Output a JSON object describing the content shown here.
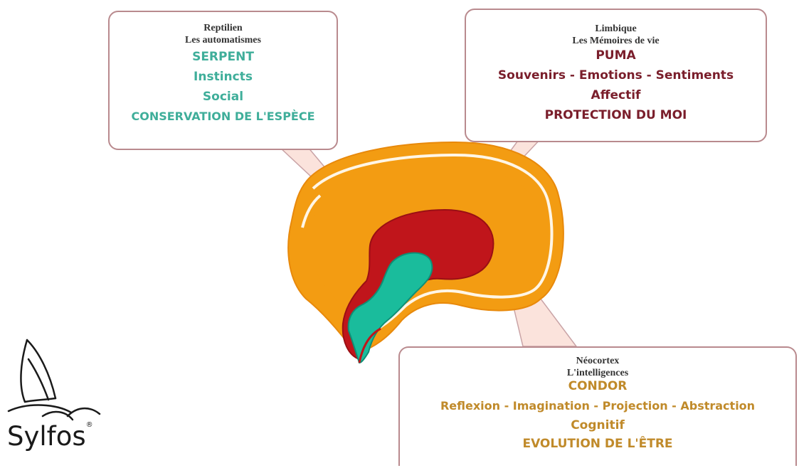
{
  "reptilien": {
    "title": "Reptilien",
    "subtitle": "Les automatismes",
    "animal": "SERPENT",
    "line1": "Instincts",
    "line2": "Social",
    "line3": "CONSERVATION DE L'ESPÈCE"
  },
  "limbique": {
    "title": "Limbique",
    "subtitle": "Les Mémoires de vie",
    "animal": "PUMA",
    "line1": "Souvenirs - Emotions - Sentiments",
    "line2": "Affectif",
    "line3": "PROTECTION DU MOI"
  },
  "neocortex": {
    "title": "Néocortex",
    "subtitle": "L'intelligences",
    "animal": "CONDOR",
    "line1": "Reflexion - Imagination - Projection - Abstraction",
    "line2": "Cognitif",
    "line3": "EVOLUTION DE L'ÊTRE"
  },
  "logo": {
    "name": "Sylfos",
    "mark": "®"
  },
  "colors": {
    "cortex": "#f39c12",
    "limbic": "#c0151b",
    "reptilian": "#1abc9c",
    "border": "#b98a8e"
  }
}
